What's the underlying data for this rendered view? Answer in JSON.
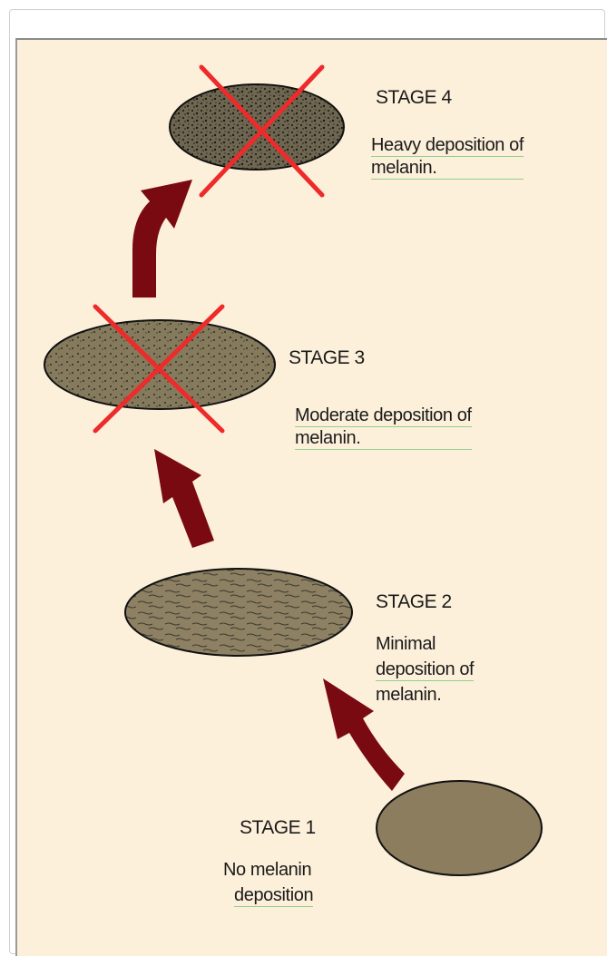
{
  "stages": [
    {
      "title": "STAGE 4",
      "lines": [
        "Heavy deposition of",
        "melanin."
      ],
      "crossed": true
    },
    {
      "title": "STAGE 3",
      "lines": [
        "Moderate deposition of",
        "melanin."
      ],
      "crossed": true
    },
    {
      "title": "STAGE 2",
      "lines": [
        "Minimal",
        "deposition of",
        "melanin."
      ],
      "crossed": false
    },
    {
      "title": "STAGE 1",
      "lines": [
        "No melanin",
        "deposition"
      ],
      "crossed": false
    }
  ],
  "colors": {
    "background": "#fdf0da",
    "nodule": "#8b7d5e",
    "nodule_dark": "#6a604a",
    "arrow": "#7a0a12",
    "cross": "#ee2a2a"
  }
}
